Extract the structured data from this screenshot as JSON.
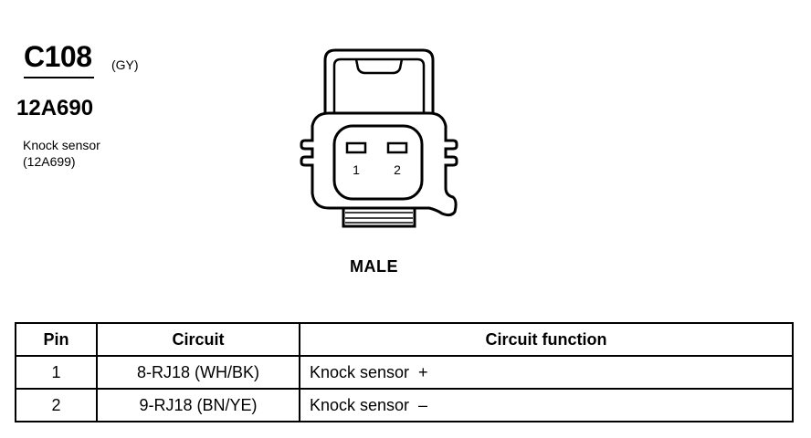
{
  "connector": {
    "id": "C108",
    "color": "(GY)",
    "part_number": "12A690",
    "component": "Knock sensor",
    "component_part": "(12A699)"
  },
  "view": {
    "pins": [
      "1",
      "2"
    ],
    "gender": "MALE"
  },
  "table": {
    "headers": {
      "pin": "Pin",
      "circuit": "Circuit",
      "function": "Circuit function"
    },
    "rows": [
      {
        "pin": "1",
        "circuit": "8-RJ18 (WH/BK)",
        "function": "Knock sensor  +"
      },
      {
        "pin": "2",
        "circuit": "9-RJ18 (BN/YE)",
        "function": "Knock sensor  –"
      }
    ]
  }
}
